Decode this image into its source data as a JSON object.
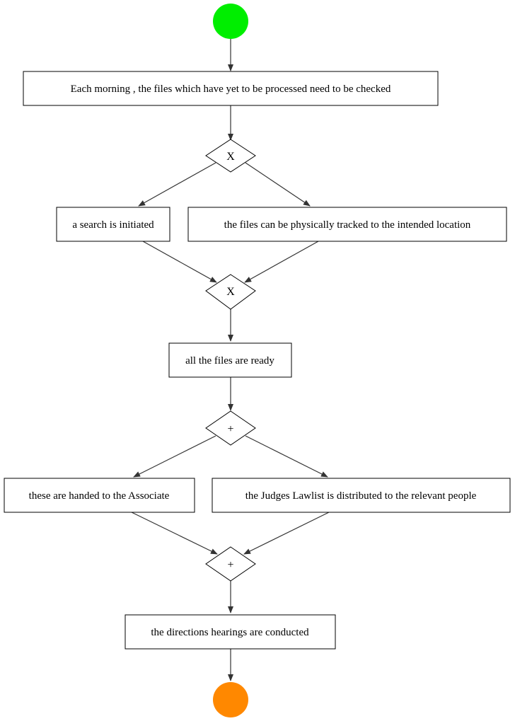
{
  "colors": {
    "start_event": "#00ee00",
    "end_event": "#ff8800",
    "edge": "#333333"
  },
  "activities": {
    "check_files": "Each morning , the files which have yet to be processed need to be checked",
    "search_initiated": "a search is initiated",
    "track_files": "the files can be physically tracked to the intended location",
    "files_ready": "all the files are ready",
    "hand_to_associate": "these are handed to the Associate",
    "distribute_lawlist": "the Judges Lawlist is distributed to the relevant people",
    "hearings_conducted": "the directions hearings are conducted"
  },
  "gateways": {
    "xor_split": "X",
    "xor_join": "X",
    "and_split": "+",
    "and_join": "+"
  }
}
